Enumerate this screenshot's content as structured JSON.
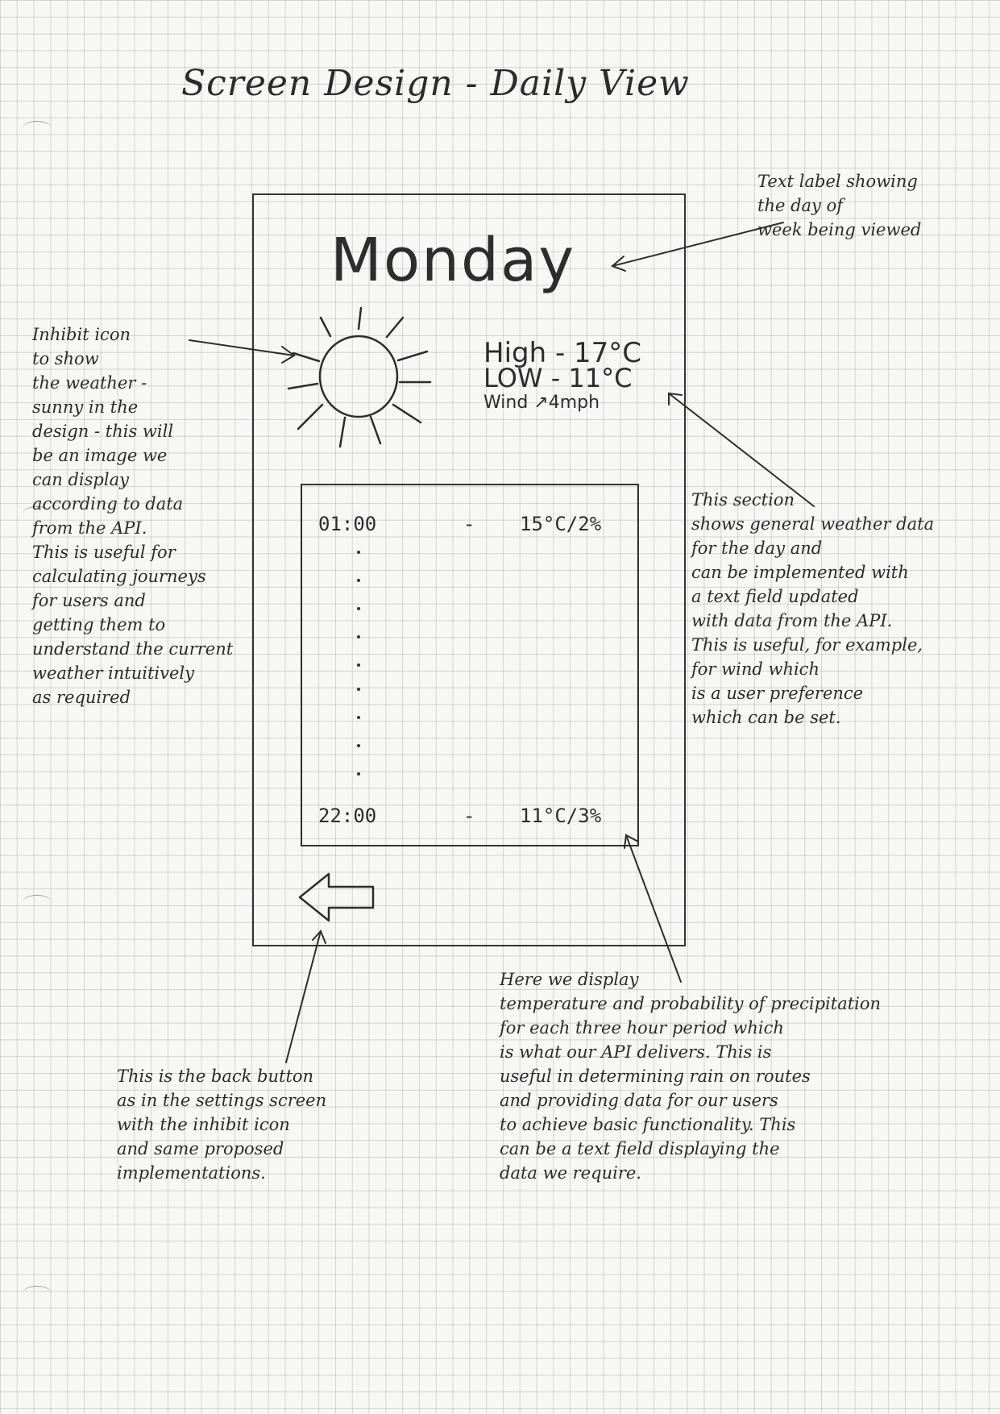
{
  "title": "Screen Design - Daily View",
  "mockup": {
    "day": "Monday",
    "summary": {
      "high": "High - 17°C",
      "low": "LOW - 11°C",
      "wind": "Wind ↗4mph"
    },
    "hourly": {
      "first": {
        "time": "01:00",
        "dash": "-",
        "value": "15°C/2%"
      },
      "last": {
        "time": "22:00",
        "dash": "-",
        "value": "11°C/3%"
      }
    },
    "back_icon": "left-arrow-icon",
    "weather_icon": "sun-icon"
  },
  "annotations": {
    "day_label": "Text label showing\nthe day of\nweek being viewed",
    "icon": "Inhibit icon\nto show\nthe weather -\nsunny in the\ndesign - this will\nbe an image we\ncan display\naccording to data\nfrom the API.\nThis is useful for\ncalculating journeys\nfor users and\ngetting them to\nunderstand the current\nweather intuitively\nas required",
    "summary": "This section\nshows general weather data\nfor the day and\ncan be implemented with\na text field updated\nwith data from the API.\nThis is useful, for example,\nfor wind which\nis a user preference\nwhich can be set.",
    "back": "This is the back button\nas in the settings screen\nwith the inhibit icon\nand same proposed\nimplementations.",
    "hourly": "Here we display\ntemperature and probability of precipitation\nfor each three hour period which\nis what our API delivers. This is\nuseful in determining rain on routes\nand providing data for our users\nto achieve basic functionality. This\ncan be a text field displaying the\ndata we require."
  },
  "colors": {
    "ink": "#2b2b2b",
    "grid": "#c8c8ce",
    "paper": "#f7f7f5"
  }
}
